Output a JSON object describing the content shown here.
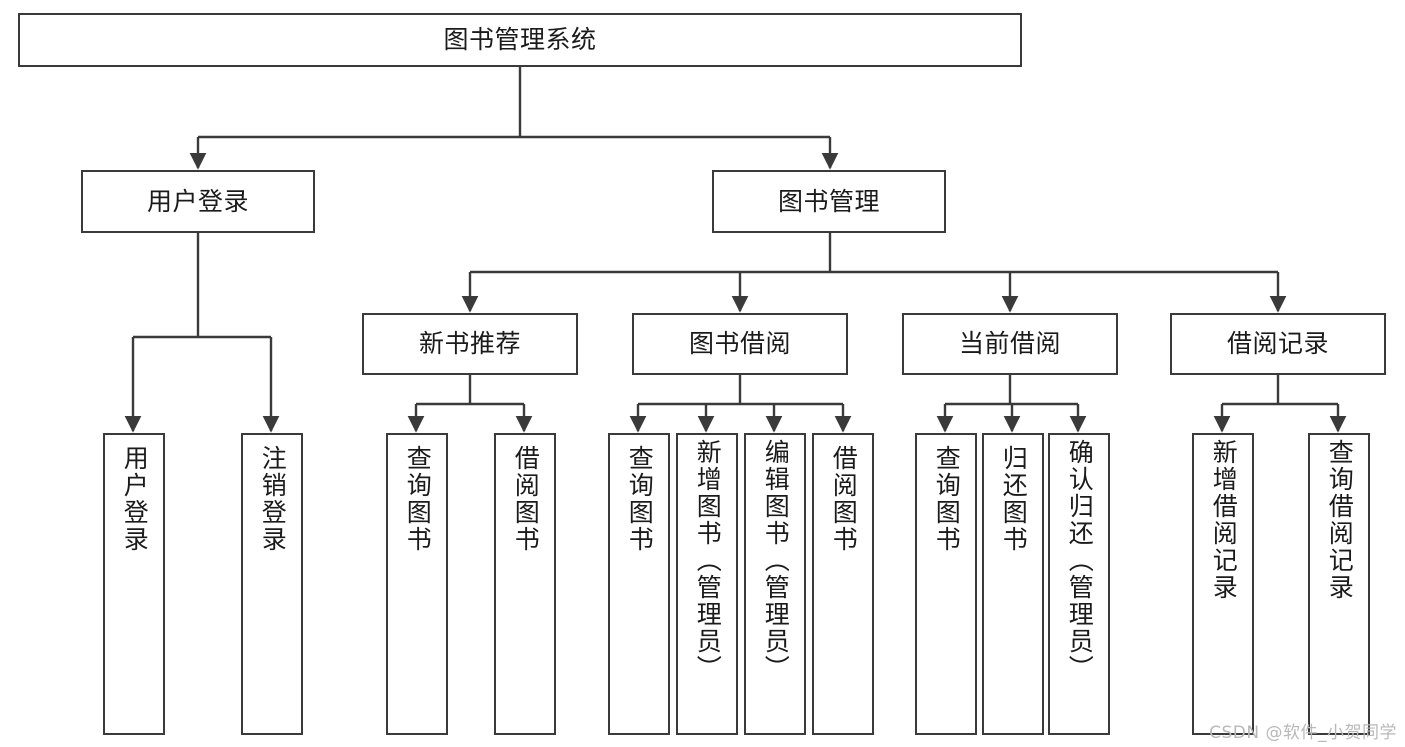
{
  "diagram": {
    "title": "图书管理系统",
    "type": "tree",
    "watermark": "CSDN @软件_小贺同学",
    "colors": {
      "stroke": "#3a3a3a",
      "fill": "#ffffff",
      "text": "#1b1b1b",
      "watermark": "#b9b9b9"
    },
    "nodes": {
      "root": {
        "label": "图书管理系统"
      },
      "level2": [
        {
          "label": "用户登录"
        },
        {
          "label": "图书管理"
        }
      ],
      "level3": [
        {
          "label": "新书推荐"
        },
        {
          "label": "图书借阅"
        },
        {
          "label": "当前借阅"
        },
        {
          "label": "借阅记录"
        }
      ],
      "leaves": {
        "user_login": [
          {
            "label": "用户登录"
          },
          {
            "label": "注销登录"
          }
        ],
        "new_book_recommend": [
          {
            "label": "查询图书"
          },
          {
            "label": "借阅图书"
          }
        ],
        "book_borrow": [
          {
            "label": "查询图书"
          },
          {
            "label": "新增图书（管理员）"
          },
          {
            "label": "编辑图书（管理员）"
          },
          {
            "label": "借阅图书"
          }
        ],
        "current_borrow": [
          {
            "label": "查询图书"
          },
          {
            "label": "归还图书"
          },
          {
            "label": "确认归还（管理员）"
          }
        ],
        "borrow_records": [
          {
            "label": "新增借阅记录"
          },
          {
            "label": "查询借阅记录"
          }
        ]
      }
    }
  }
}
